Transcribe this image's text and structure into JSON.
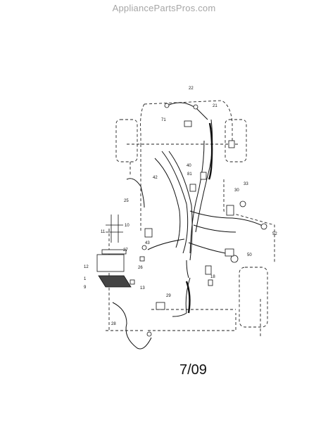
{
  "watermark": "AppliancePartsPros.com",
  "date_code": "7/09",
  "callouts": {
    "c22": "22",
    "c21": "21",
    "c71": "71",
    "c40": "40",
    "c81": "81",
    "c42": "42",
    "c33": "33",
    "c30": "30",
    "c25": "25",
    "c10": "10",
    "c11": "11",
    "c52": "52",
    "c43": "43",
    "c27": "27",
    "c12": "12",
    "c1": "1",
    "c9": "9",
    "c26": "26",
    "c13": "13",
    "c18": "18",
    "c50": "50",
    "c29": "29",
    "c28": "28"
  }
}
